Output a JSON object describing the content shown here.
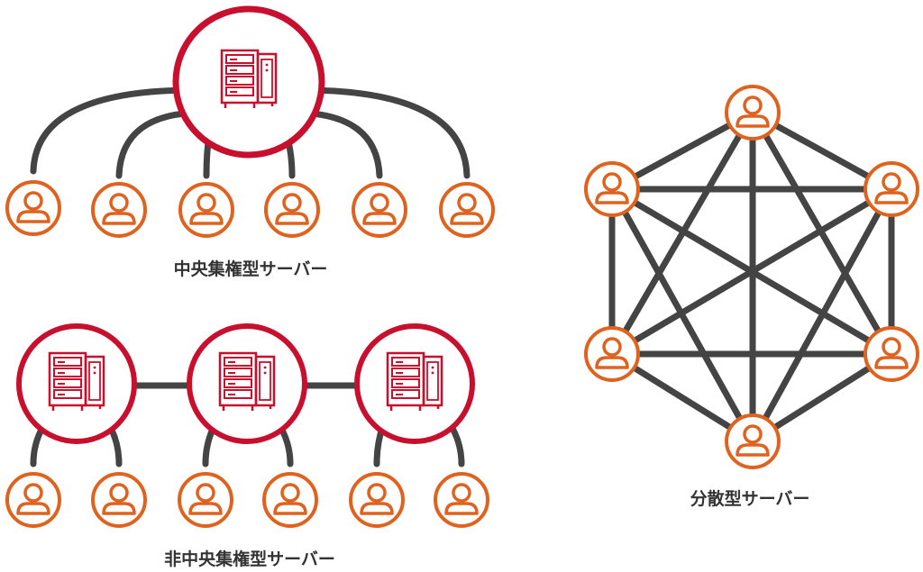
{
  "colors": {
    "server": "#c8102e",
    "user": "#e0621f",
    "edge": "#444444",
    "text": "#333333"
  },
  "icons": {
    "server": "server-rack-icon",
    "user": "user-icon"
  },
  "centralized": {
    "label": "中央集権型サーバー",
    "server_count": 1,
    "user_count": 6
  },
  "decentralized": {
    "label": "非中央集権型サーバー",
    "server_count": 3,
    "users_per_server": 2
  },
  "distributed": {
    "label": "分散型サーバー",
    "node_count": 6,
    "fully_connected": true
  }
}
